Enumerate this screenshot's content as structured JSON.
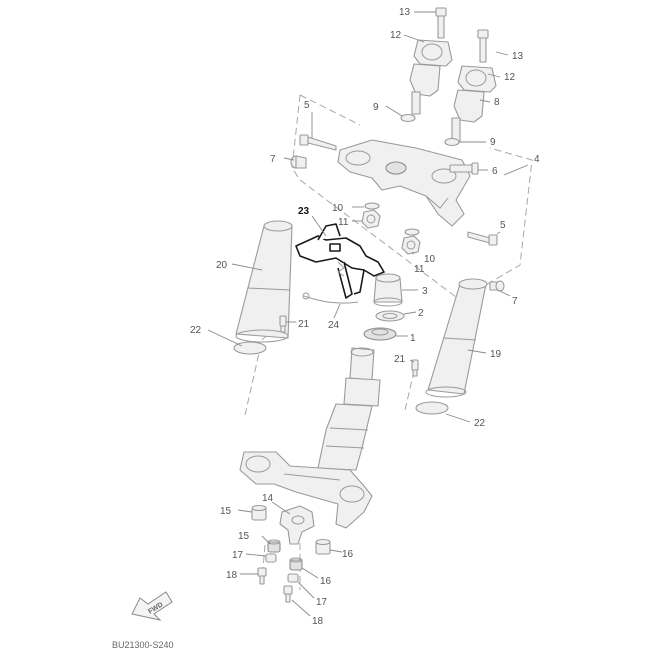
{
  "diagram": {
    "code": "BU21300-S240",
    "fwd_label": "FWD",
    "icons": {
      "fwd": "fwd-arrow-icon"
    },
    "colors": {
      "line": "#9a9a9a",
      "highlight": "#111111",
      "text": "#555555"
    },
    "highlighted_part": "23",
    "callouts": [
      "13",
      "12",
      "13",
      "12",
      "8",
      "5",
      "9",
      "9",
      "7",
      "4",
      "6",
      "10",
      "11",
      "23",
      "5",
      "10",
      "11",
      "20",
      "3",
      "2",
      "7",
      "24",
      "21",
      "22",
      "1",
      "19",
      "21",
      "22",
      "15",
      "14",
      "16",
      "15",
      "17",
      "16",
      "18",
      "17",
      "18"
    ]
  }
}
